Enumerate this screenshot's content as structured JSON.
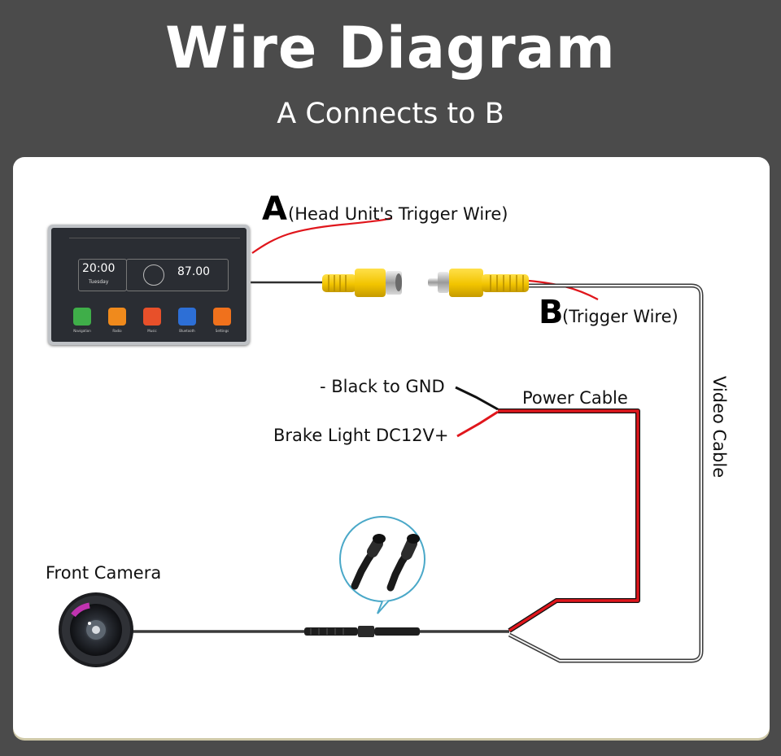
{
  "header": {
    "title": "Wire Diagram",
    "subtitle": "A Connects to B"
  },
  "labels": {
    "a_letter": "A",
    "a_text": "(Head Unit's Trigger Wire)",
    "b_letter": "B",
    "b_text": "(Trigger Wire)",
    "black_gnd": "- Black to GND",
    "brake_light": "Brake Light DC12V+",
    "power_cable": "Power Cable",
    "video_cable": "Video Cable",
    "front_camera": "Front Camera"
  },
  "head_unit": {
    "time": "20:00",
    "day": "Tuesday",
    "frequency": "87.00",
    "apps": [
      "Navigation",
      "Radio",
      "Music",
      "Bluetooth",
      "Settings"
    ]
  },
  "colors": {
    "background": "#4b4b4b",
    "panel": "#ffffff",
    "red_wire": "#e0161c",
    "black_wire": "#111111",
    "video_wire": "#333333",
    "rca_yellow": "#f2c400"
  }
}
